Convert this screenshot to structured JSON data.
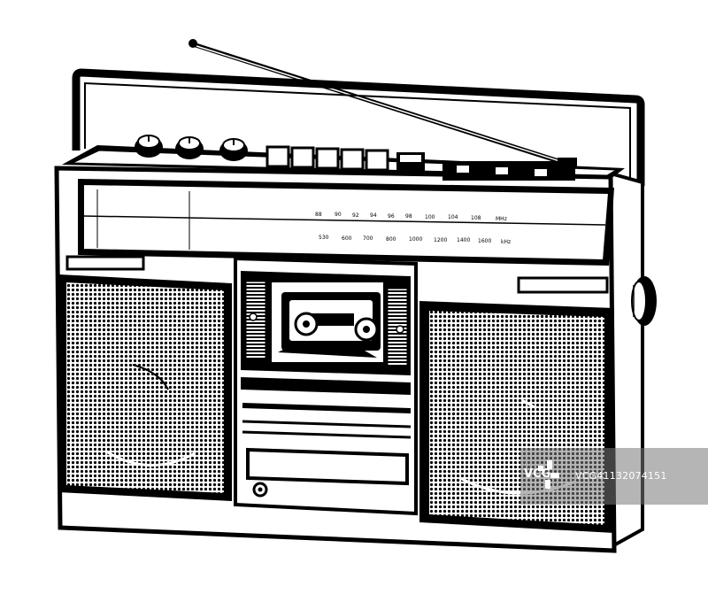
{
  "image": {
    "subject": "boombox-radio-cassette-player",
    "palette": {
      "ink": "#000000",
      "paper": "#ffffff",
      "watermark_bg": "#808080"
    }
  },
  "dial": {
    "upper_scale": [
      "88",
      "90",
      "92",
      "94",
      "96",
      "98",
      "100",
      "104",
      "108",
      "MHz"
    ],
    "lower_scale": [
      "530",
      "600",
      "700",
      "800",
      "1000",
      "1200",
      "1400",
      "1600",
      "kHz"
    ]
  },
  "watermark": {
    "brand": "VCG",
    "id_text": "VCG41132074151"
  }
}
